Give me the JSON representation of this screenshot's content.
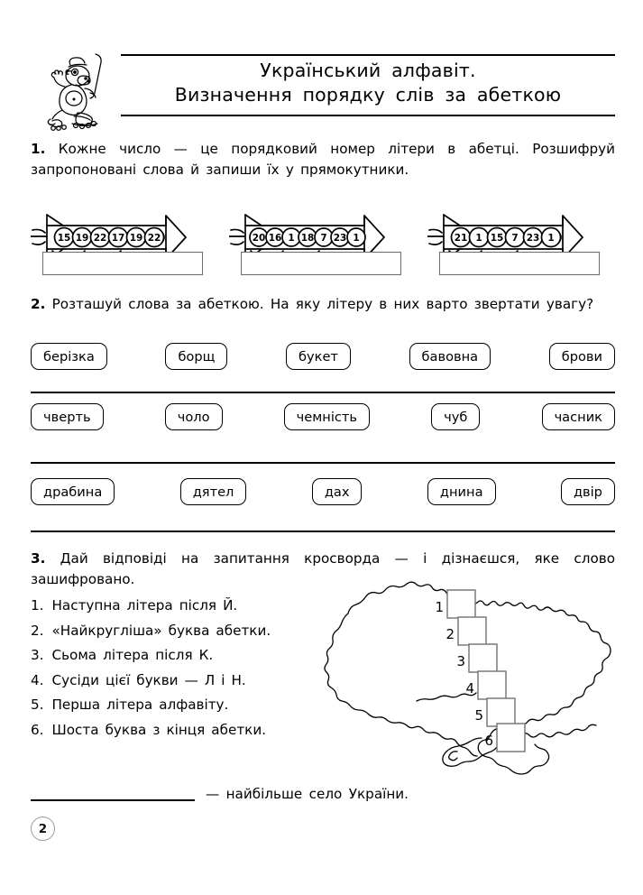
{
  "page": {
    "number": "2",
    "mascot_icon": "hippo-on-rollerskates-with-hockey-stick-icon"
  },
  "header": {
    "title_line1": "Український  алфавіт.",
    "title_line2": "Визначення  порядку  слів  за  абеткою"
  },
  "task1": {
    "number": "1.",
    "text": "Кожне число — це порядковий номер літери в абетці. Розшифруй запропоновані слова й запиши їх у прямокутники.",
    "rockets": [
      {
        "name": "rocket-1",
        "numbers": [
          "15",
          "19",
          "22",
          "17",
          "19",
          "22"
        ]
      },
      {
        "name": "rocket-2",
        "numbers": [
          "20",
          "16",
          "1",
          "18",
          "7",
          "23",
          "1"
        ]
      },
      {
        "name": "rocket-3",
        "numbers": [
          "21",
          "1",
          "15",
          "7",
          "23",
          "1"
        ]
      }
    ],
    "answer_boxes": [
      "",
      "",
      ""
    ]
  },
  "task2": {
    "number": "2.",
    "text": "Розташуй слова за абеткою. На яку літеру в них варто звертати увагу?",
    "rows": [
      [
        "берізка",
        "борщ",
        "букет",
        "бавовна",
        "брови"
      ],
      [
        "чверть",
        "чоло",
        "чемність",
        "чуб",
        "часник"
      ],
      [
        "драбина",
        "дятел",
        "дах",
        "днина",
        "двір"
      ]
    ]
  },
  "task3": {
    "number": "3.",
    "text": "Дай відповіді на запитання кросворда — і дізнаєшся, яке слово зашифровано.",
    "questions": [
      {
        "idx": "1.",
        "text": "Наступна літера після Й."
      },
      {
        "idx": "2.",
        "text": "«Найкругліша» буква абетки."
      },
      {
        "idx": "3.",
        "text": "Сьома літера після К."
      },
      {
        "idx": "4.",
        "text": "Сусіди цієї букви — Л і Н."
      },
      {
        "idx": "5.",
        "text": "Перша літера алфавіту."
      },
      {
        "idx": "6.",
        "text": "Шоста буква з кінця абетки."
      }
    ],
    "map": {
      "name": "map-of-ukraine",
      "cells": [
        {
          "label": "1",
          "value": ""
        },
        {
          "label": "2",
          "value": ""
        },
        {
          "label": "3",
          "value": ""
        },
        {
          "label": "4",
          "value": ""
        },
        {
          "label": "5",
          "value": ""
        },
        {
          "label": "6",
          "value": ""
        }
      ]
    },
    "answer_prompt": "—  найбільше  село  України."
  },
  "colors": {
    "ink": "#000000",
    "box_border": "#6b6b6b",
    "page_badge_border": "#9a9a9a"
  }
}
